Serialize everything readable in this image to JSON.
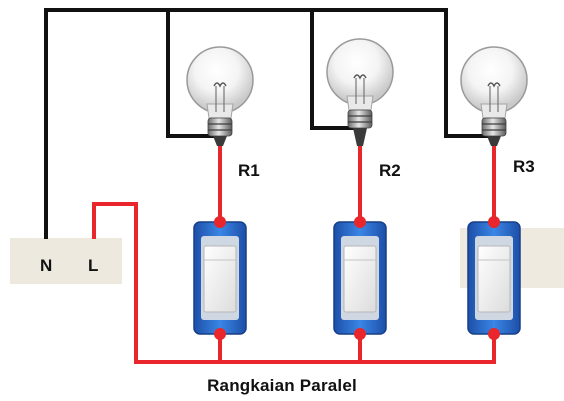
{
  "diagram": {
    "caption": "Rangkaian Paralel",
    "terminal": {
      "neutral_label": "N",
      "live_label": "L"
    },
    "loads": [
      {
        "label": "R1",
        "type": "light-bulb"
      },
      {
        "label": "R2",
        "type": "light-bulb"
      },
      {
        "label": "R3",
        "type": "light-bulb"
      }
    ],
    "switches": [
      {
        "type": "rocker-switch"
      },
      {
        "type": "rocker-switch"
      },
      {
        "type": "rocker-switch"
      }
    ],
    "colors": {
      "neutral_wire": "#111111",
      "live_wire": "#e8262c",
      "switch_body": "#2f73d6",
      "terminal_box": "#ede9df",
      "wall_panel": "#efeae0"
    }
  }
}
